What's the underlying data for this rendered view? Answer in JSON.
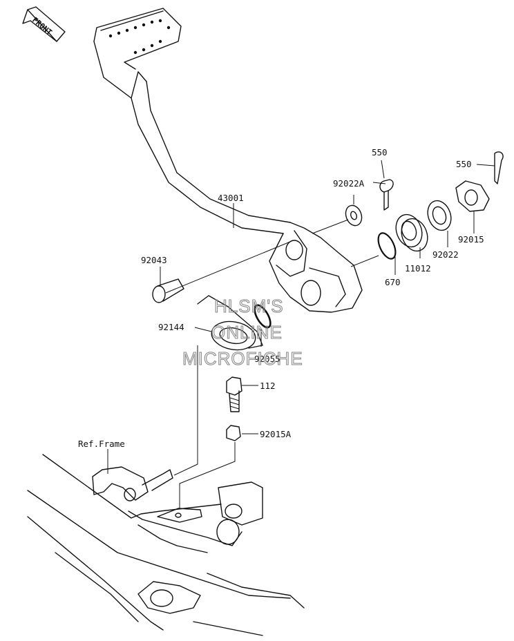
{
  "diagram": {
    "orientation_badge": "FRONT",
    "parts": [
      {
        "key": "p550a",
        "number": "550"
      },
      {
        "key": "p92022A",
        "number": "92022A"
      },
      {
        "key": "p43001",
        "number": "43001"
      },
      {
        "key": "p92043",
        "number": "92043"
      },
      {
        "key": "p92144",
        "number": "92144"
      },
      {
        "key": "p92055",
        "number": "92055"
      },
      {
        "key": "p670",
        "number": "670"
      },
      {
        "key": "p11012",
        "number": "11012"
      },
      {
        "key": "p92022",
        "number": "92022"
      },
      {
        "key": "p92015",
        "number": "92015"
      },
      {
        "key": "p550b",
        "number": "550"
      },
      {
        "key": "p112",
        "number": "112"
      },
      {
        "key": "p92015A",
        "number": "92015A"
      }
    ],
    "reference_label": "Ref.Frame",
    "watermark": [
      "HLSM'S",
      "ONLINE",
      "MICROFICHE"
    ]
  }
}
